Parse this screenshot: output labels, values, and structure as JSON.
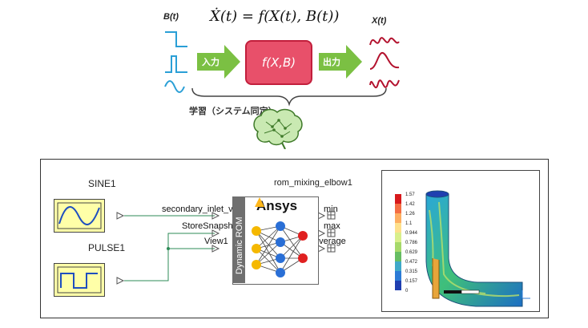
{
  "top": {
    "b_label": "B(t)",
    "x_label": "X(t)",
    "equation": "Ẋ(t) = f(X(t), B(t))",
    "f_label": "f(X,B)",
    "input_label": "入力",
    "output_label": "出力",
    "learning_label": "学習（システム同定）"
  },
  "diagram": {
    "sine_label": "SINE1",
    "pulse_label": "PULSE1",
    "rom_title": "rom_mixing_elbow1",
    "inputs": [
      "secondary_inlet_veloci",
      "StoreSnapshots",
      "View1"
    ],
    "outputs": [
      "min",
      "max",
      "average"
    ],
    "dynamic_label": "Dynamic ROM",
    "brand": "Ansys"
  },
  "colorbar": {
    "ticks": [
      "1.57",
      "1.42",
      "1.26",
      "1.1",
      "0.944",
      "0.786",
      "0.629",
      "0.472",
      "0.315",
      "0.157",
      "0"
    ]
  },
  "colors": {
    "input_signal": "#2a9fd6",
    "output_signal": "#b3122e",
    "arrow_green": "#7bc043",
    "f_box": "#e8506a",
    "block_yellow": "#ffffa8"
  }
}
